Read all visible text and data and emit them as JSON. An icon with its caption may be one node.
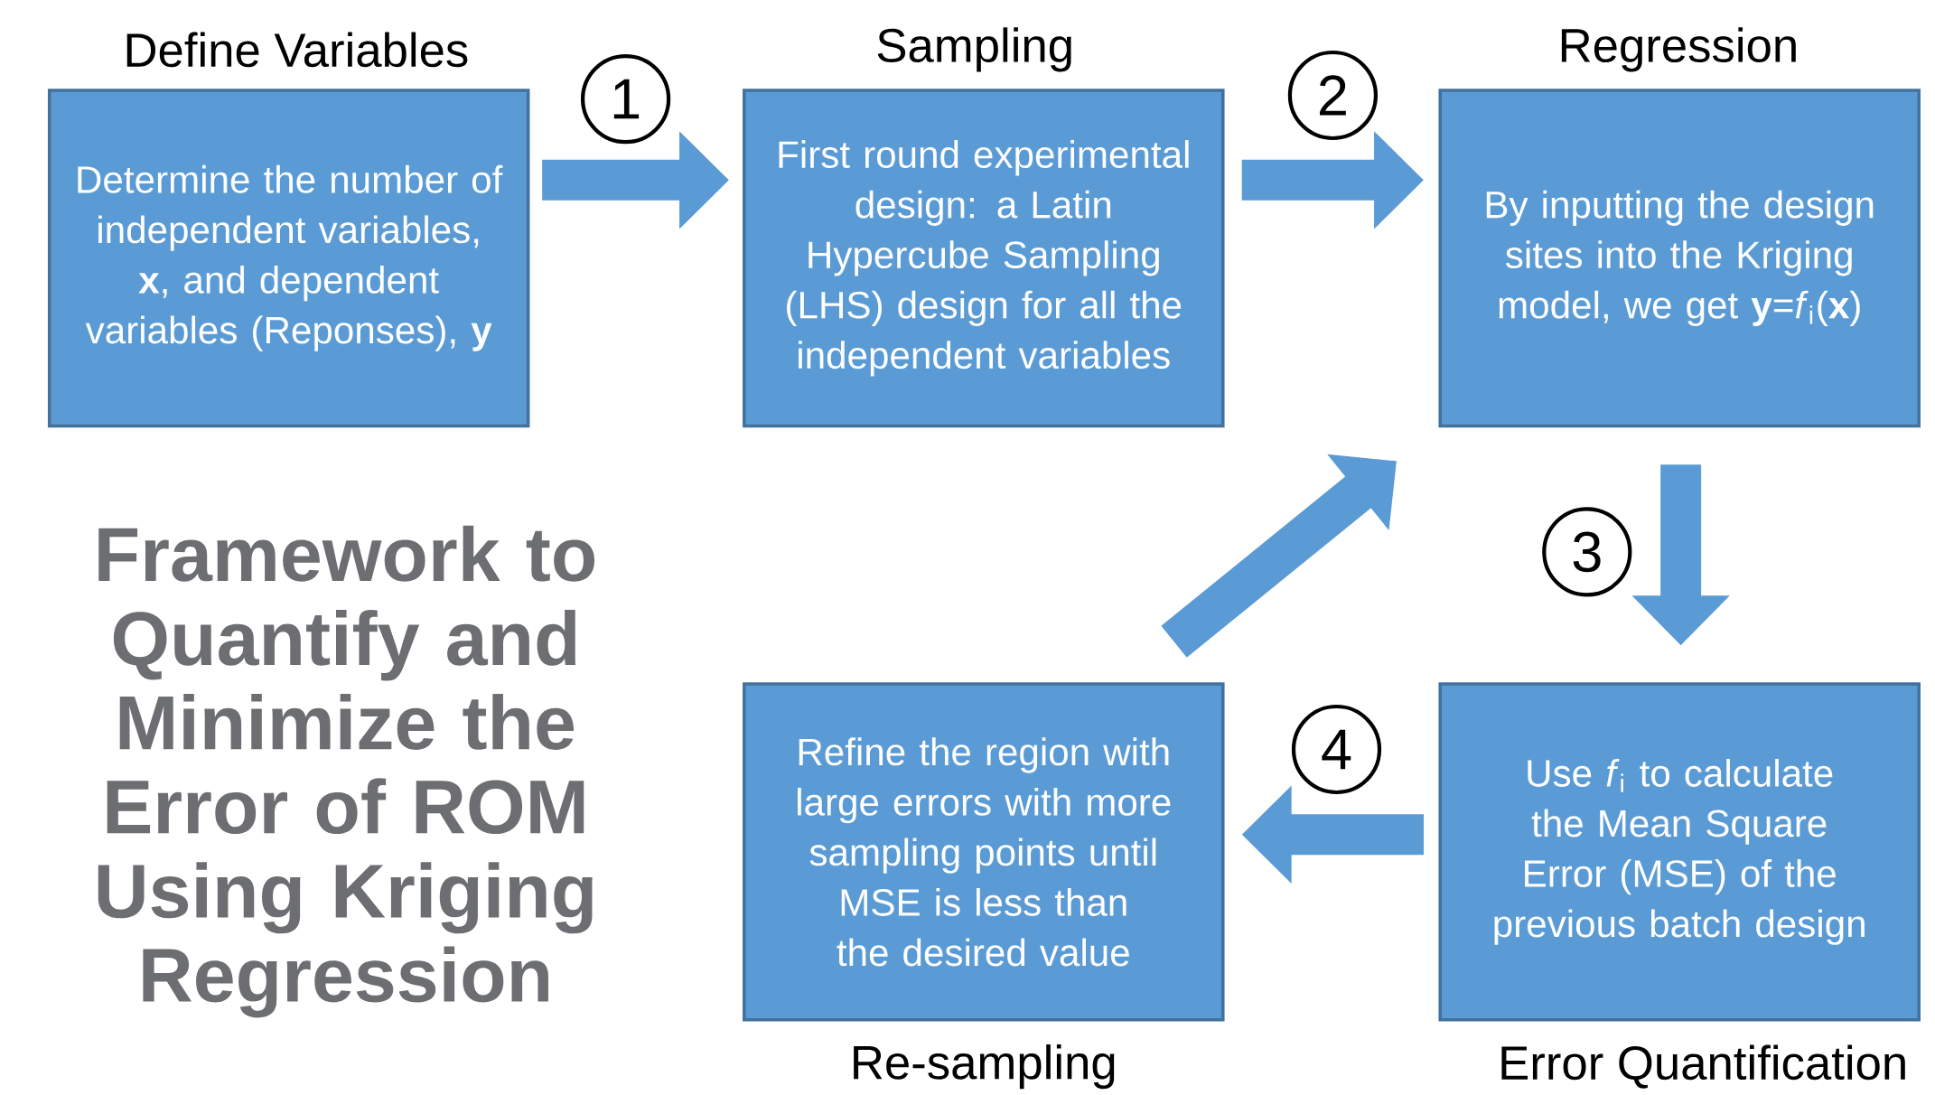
{
  "diagram": {
    "title": "Framework to Quantify and Minimize the Error of ROM Using Kriging Regression",
    "nodes": [
      {
        "text": [
          "Define Variables",
          "Determine the number of independent variables, **x**, and dependent variables (Reponses), **y**"
        ]
      },
      {
        "text": [
          "Sampling",
          "First round experimental design: a Latin Hypercube Sampling (LHS) design for all the independent variables"
        ]
      },
      {
        "text": [
          "Regression",
          "By inputting the design sites into the Kriging model, we get **y**=*f*$_{i}$(**x**)"
        ]
      },
      {
        "text": [
          "Refine the region with large errors with more sampling points until MSE is less than the desired value",
          "Re-sampling"
        ]
      },
      {
        "text": [
          "Use *f*$_{i}$ to calculate the Mean Square Error (MSE) of the previous batch design",
          "Error Quantification"
        ]
      }
    ],
    "edges": [
      {
        "from": 0,
        "to": 1,
        "arrow": "to",
        "label": "1"
      },
      {
        "from": 1,
        "to": 2,
        "arrow": "to",
        "label": "2"
      },
      {
        "from": 2,
        "to": 4,
        "arrow": "to",
        "label": "3"
      },
      {
        "from": 4,
        "to": 3,
        "arrow": "to",
        "label": "4"
      },
      {
        "from": 3,
        "to": 2,
        "arrow": "to"
      }
    ]
  }
}
